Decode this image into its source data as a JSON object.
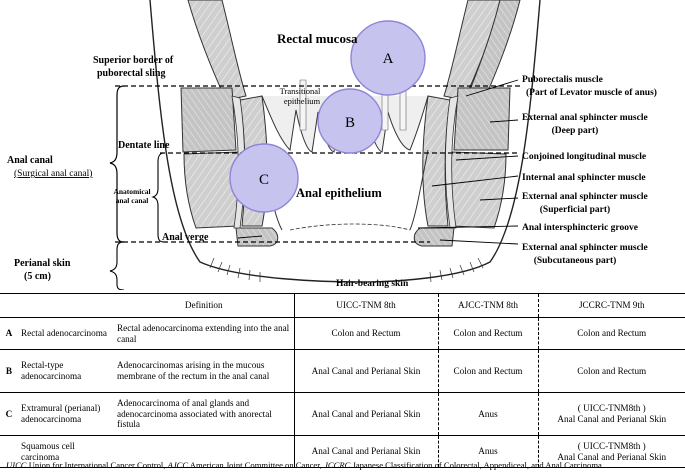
{
  "figure": {
    "labels": {
      "rectal_mucosa": "Rectal mucosa",
      "superior_border_l1": "Superior border of",
      "superior_border_l2": "puborectal sling",
      "transitional_l1": "Transitional",
      "transitional_l2": "epithelium",
      "dentate_line": "Dentate line",
      "anal_canal": "Anal canal",
      "surgical_anal_canal": "(Surgical anal canal)",
      "anatomical_l1": "Anatomical",
      "anatomical_l2": "anal canal",
      "anal_epithelium": "Anal epithelium",
      "anal_verge": "Anal verge",
      "perianal_skin": "Perianal skin",
      "perianal_skin_size": "(5 cm)",
      "hair_bearing_skin": "Hair-bearing skin",
      "puborectalis_l1": "Puborectalis muscle",
      "puborectalis_l2": "(Part of  Levator muscle of anus)",
      "ext_deep_l1": "External anal sphincter muscle",
      "ext_deep_l2": "(Deep part)",
      "conjoined": "Conjoined longitudinal muscle",
      "internal_sphincter": "Internal anal sphincter muscle",
      "ext_superficial_l1": "External anal sphincter muscle",
      "ext_superficial_l2": "(Superficial part)",
      "intersphincteric": "Anal intersphincteric groove",
      "ext_subcut_l1": "External anal sphincter muscle",
      "ext_subcut_l2": "(Subcutaneous part)"
    },
    "circles": [
      {
        "letter": "A"
      },
      {
        "letter": "B"
      },
      {
        "letter": "C"
      }
    ],
    "colors": {
      "circle_fill": "#c6c3ef",
      "circle_stroke": "#8e86d6",
      "muscle_fill": "#c9c9c9",
      "muscle_stroke": "#333333"
    }
  },
  "table": {
    "headers": [
      "",
      "Definition",
      "UICC-TNM 8th",
      "AJCC-TNM 8th",
      "JCCRC-TNM 9th"
    ],
    "rows": [
      {
        "key": "A",
        "name": "Rectal adenocarcinoma",
        "definition": "Rectal adenocarcinoma extending into the anal canal",
        "uicc": "Colon and Rectum",
        "ajcc": "Colon and Rectum",
        "jccrc_l1": "Colon and Rectum",
        "jccrc_l2": ""
      },
      {
        "key": "B",
        "name": "Rectal-type adenocarcinoma",
        "definition": "Adenocarcinomas arising in the mucous membrane of the rectum in the anal canal",
        "uicc": "Anal Canal and Perianal Skin",
        "ajcc": "Colon and Rectum",
        "jccrc_l1": "Colon and Rectum",
        "jccrc_l2": ""
      },
      {
        "key": "C",
        "name": "Extramural (perianal) adenocarcinoma",
        "definition": "Adenocarcinoma of anal glands and adenocarcinoma associated with anorectal fistula",
        "uicc": "Anal Canal and Perianal Skin",
        "ajcc": "Anus",
        "jccrc_l1": "( UICC-TNM8th )",
        "jccrc_l2": "Anal Canal and Perianal Skin"
      },
      {
        "key": "",
        "name": "Squamous cell carcinoma",
        "definition": "",
        "uicc": "Anal Canal and Perianal Skin",
        "ajcc": "Anus",
        "jccrc_l1": "( UICC-TNM8th )",
        "jccrc_l2": "Anal Canal and Perianal Skin"
      }
    ]
  },
  "footnote": {
    "uicc_abbr": "UICC",
    "uicc_full": " Union for International Cancer Control,  ",
    "ajcc_abbr": "AJCC",
    "ajcc_full": " American Joint Committee on Cancer,  ",
    "jccrc_abbr": "JCCRC",
    "jccrc_full": " Japanese Classification of Colorectal, Appendiceal, and Anal Carcinoma"
  }
}
